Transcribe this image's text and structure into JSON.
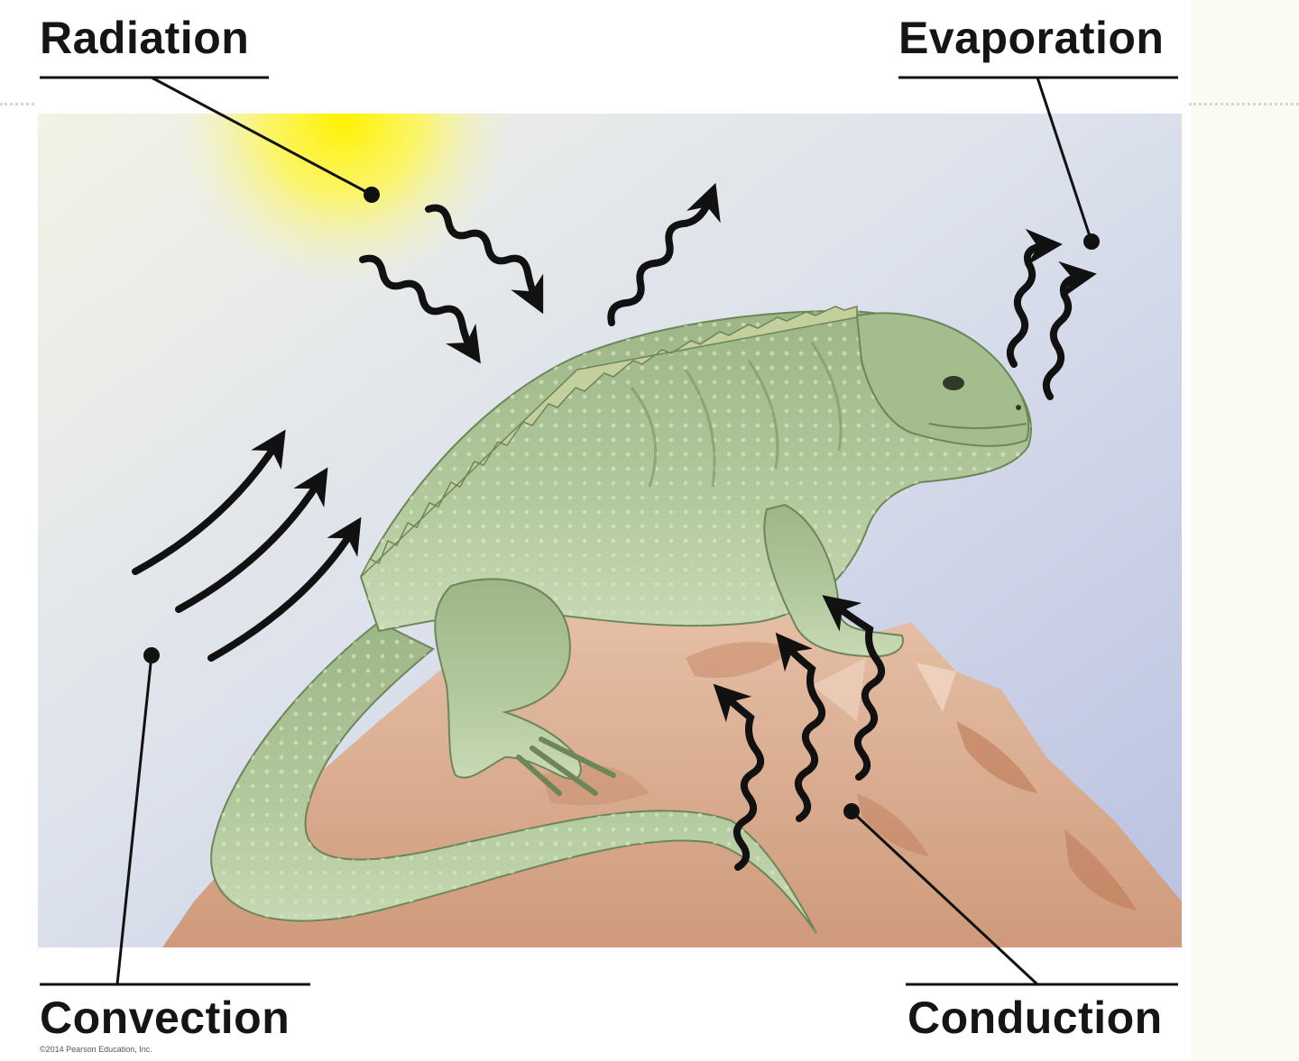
{
  "labels": {
    "radiation": "Radiation",
    "evaporation": "Evaporation",
    "convection": "Convection",
    "conduction": "Conduction"
  },
  "copyright": "©2014 Pearson Education, Inc.",
  "colors": {
    "sky": "#c6cee6",
    "sun": "#fff200",
    "iguana": "#a6bf8f",
    "rock": "#d7a88a",
    "arrow": "#111111"
  },
  "icons": [
    "sun-icon",
    "iguana-illustration",
    "rock-illustration",
    "heat-arrow-icon"
  ]
}
